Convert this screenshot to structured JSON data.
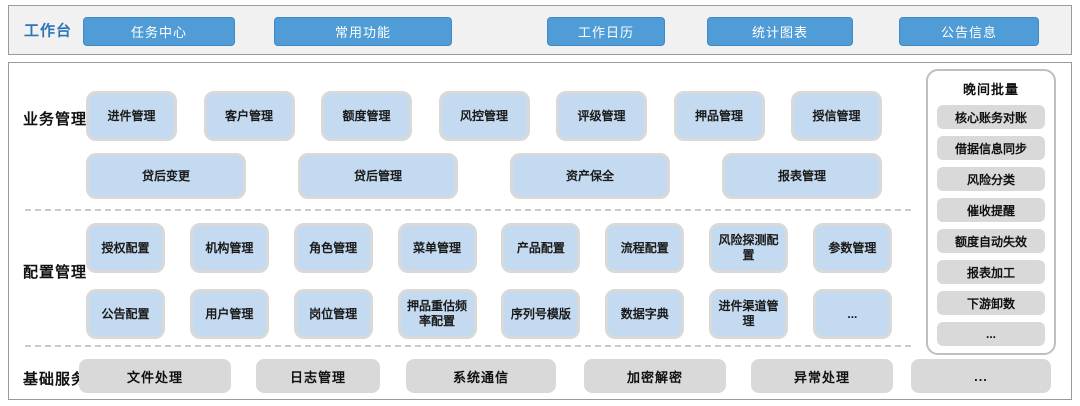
{
  "topbar": {
    "label": "工作台",
    "buttons": [
      "任务中心",
      "常用功能",
      "工作日历",
      "统计图表",
      "公告信息"
    ]
  },
  "sections": {
    "business": {
      "label": "业务管理",
      "row1": [
        "进件管理",
        "客户管理",
        "额度管理",
        "风控管理",
        "评级管理",
        "押品管理",
        "授信管理"
      ],
      "row2": [
        "贷后变更",
        "贷后管理",
        "资产保全",
        "报表管理"
      ]
    },
    "config": {
      "label": "配置管理",
      "row1": [
        "授权配置",
        "机构管理",
        "角色管理",
        "菜单管理",
        "产品配置",
        "流程配置",
        "风险探测配置",
        "参数管理"
      ],
      "row2": [
        "公告配置",
        "用户管理",
        "岗位管理",
        "押品重估频率配置",
        "序列号模版",
        "数据字典",
        "进件渠道管理",
        "..."
      ]
    },
    "base": {
      "label": "基础服务",
      "items": [
        "文件处理",
        "日志管理",
        "系统通信",
        "加密解密",
        "异常处理",
        "..."
      ]
    }
  },
  "batch_panel": {
    "title": "晚间批量",
    "items": [
      "核心账务对账",
      "借据信息同步",
      "风险分类",
      "催收提醒",
      "额度自动失效",
      "报表加工",
      "下游卸数",
      "..."
    ]
  },
  "colors": {
    "accent_blue": "#4f9cd6",
    "tile_blue": "#c3daf0",
    "tile_gray": "#d9d9d9",
    "label_blue": "#2e75b6"
  }
}
